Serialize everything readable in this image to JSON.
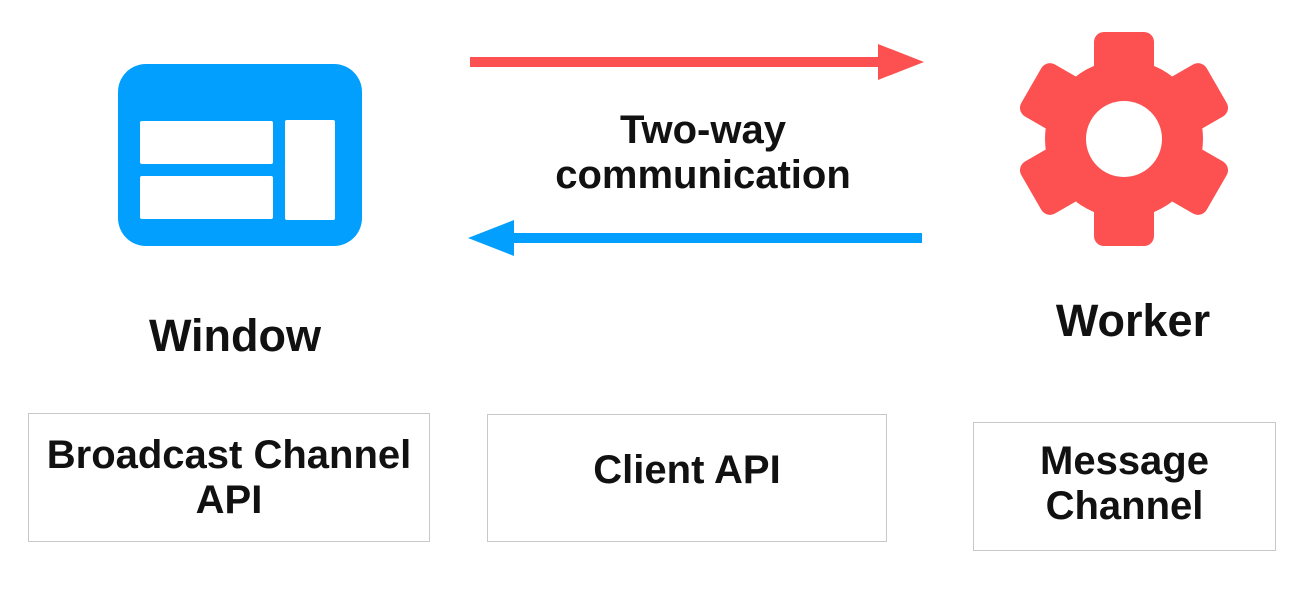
{
  "palette": {
    "blue": "#029FFE",
    "red": "#FC5150",
    "text": "#111111",
    "box_border": "#C8C8C8",
    "background": "#FFFFFF"
  },
  "nodes": {
    "window": {
      "label": "Window",
      "icon": "browser-window-icon",
      "color": "#029FFE"
    },
    "worker": {
      "label": "Worker",
      "icon": "gear-icon",
      "color": "#FC5150"
    }
  },
  "arrows": {
    "label": "Two-way communication",
    "window_to_worker": {
      "direction": "right",
      "color": "#FC5150"
    },
    "worker_to_window": {
      "direction": "left",
      "color": "#029FFE"
    }
  },
  "api_boxes": [
    {
      "label": "Broadcast Channel API"
    },
    {
      "label": "Client API"
    },
    {
      "label": "Message Channel"
    }
  ]
}
